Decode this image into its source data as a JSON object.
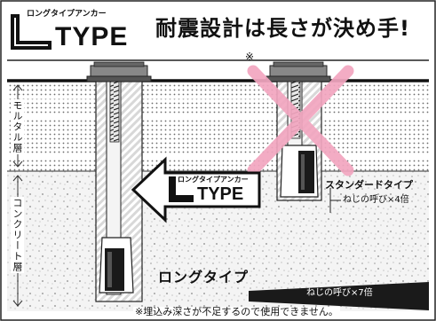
{
  "header": {
    "brand_small": "ロングタイプアンカー",
    "brand_type": "TYPE",
    "headline": "耐震設計は長さが決め手!",
    "asterisk": "※"
  },
  "layers": {
    "mortar": "モルタル層",
    "concrete": "コンクリート層"
  },
  "arrow_badge": {
    "small": "ロングタイプアンカー",
    "type": "TYPE"
  },
  "labels": {
    "standard_name": "スタンダードタイプ",
    "standard_spec": "ねじの呼び×4倍",
    "long_name": "ロングタイプ",
    "long_spec": "ねじの呼び×7倍"
  },
  "footer": {
    "note": "※埋込み深さが不足するので使用できません。"
  },
  "colors": {
    "cross": "#f2a6c0",
    "ink": "#111111",
    "anchor_dark": "#1a1a1a",
    "nut": "#777777"
  }
}
